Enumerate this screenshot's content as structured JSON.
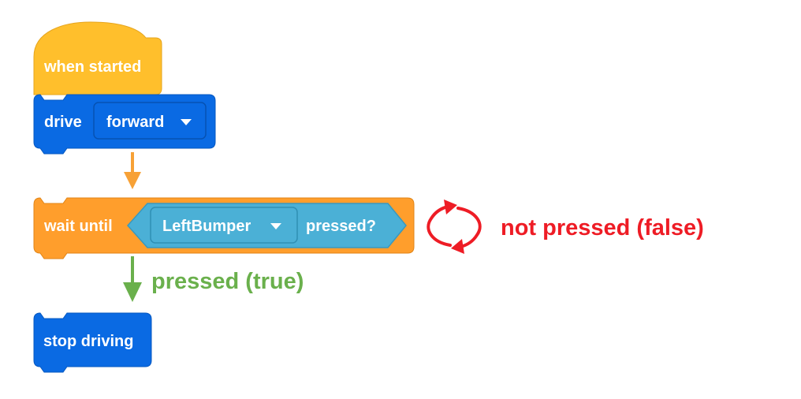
{
  "blocks": {
    "when_started": {
      "label": "when started",
      "color": "#ffbf2c",
      "border": "#e6a51e"
    },
    "drive": {
      "label": "drive",
      "dropdown": "forward",
      "color": "#0a6ae3",
      "border": "#0758c0"
    },
    "wait_until": {
      "label": "wait until",
      "sensor": "LeftBumper",
      "condition": "pressed?",
      "color": "#ff9e2c",
      "border": "#e08417",
      "reporter_color": "#4bb0d6"
    },
    "stop_driving": {
      "label": "stop driving",
      "color": "#0a6ae3",
      "border": "#0758c0"
    }
  },
  "annotations": {
    "loop_label": "not pressed (false)",
    "loop_color": "#ee1c25",
    "true_label": "pressed (true)",
    "true_color": "#6ab04c",
    "flow_arrow_color": "#f7a136"
  },
  "icons": {
    "dropdown": "caret-down-icon",
    "loop": "loop-arrows-icon",
    "flow": "down-arrow-icon"
  }
}
